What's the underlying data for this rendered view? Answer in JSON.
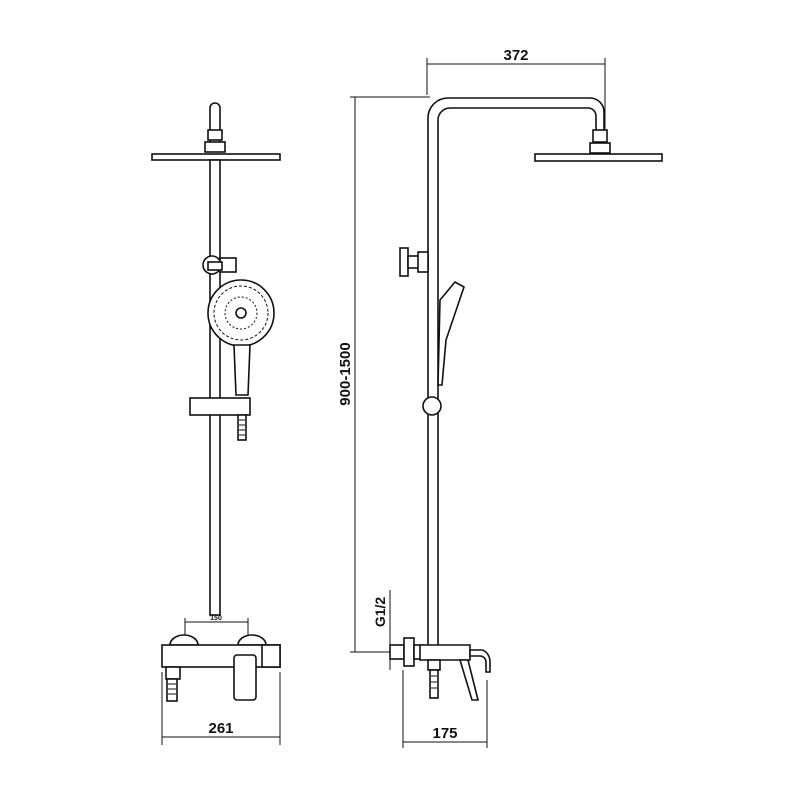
{
  "drawing": {
    "front_view": {
      "width_dim": "261",
      "valve_spacing_dim": "150"
    },
    "side_view": {
      "arm_length_dim": "372",
      "height_range_dim": "900-1500",
      "inlet_thread": "G1/2",
      "depth_dim": "175"
    }
  }
}
